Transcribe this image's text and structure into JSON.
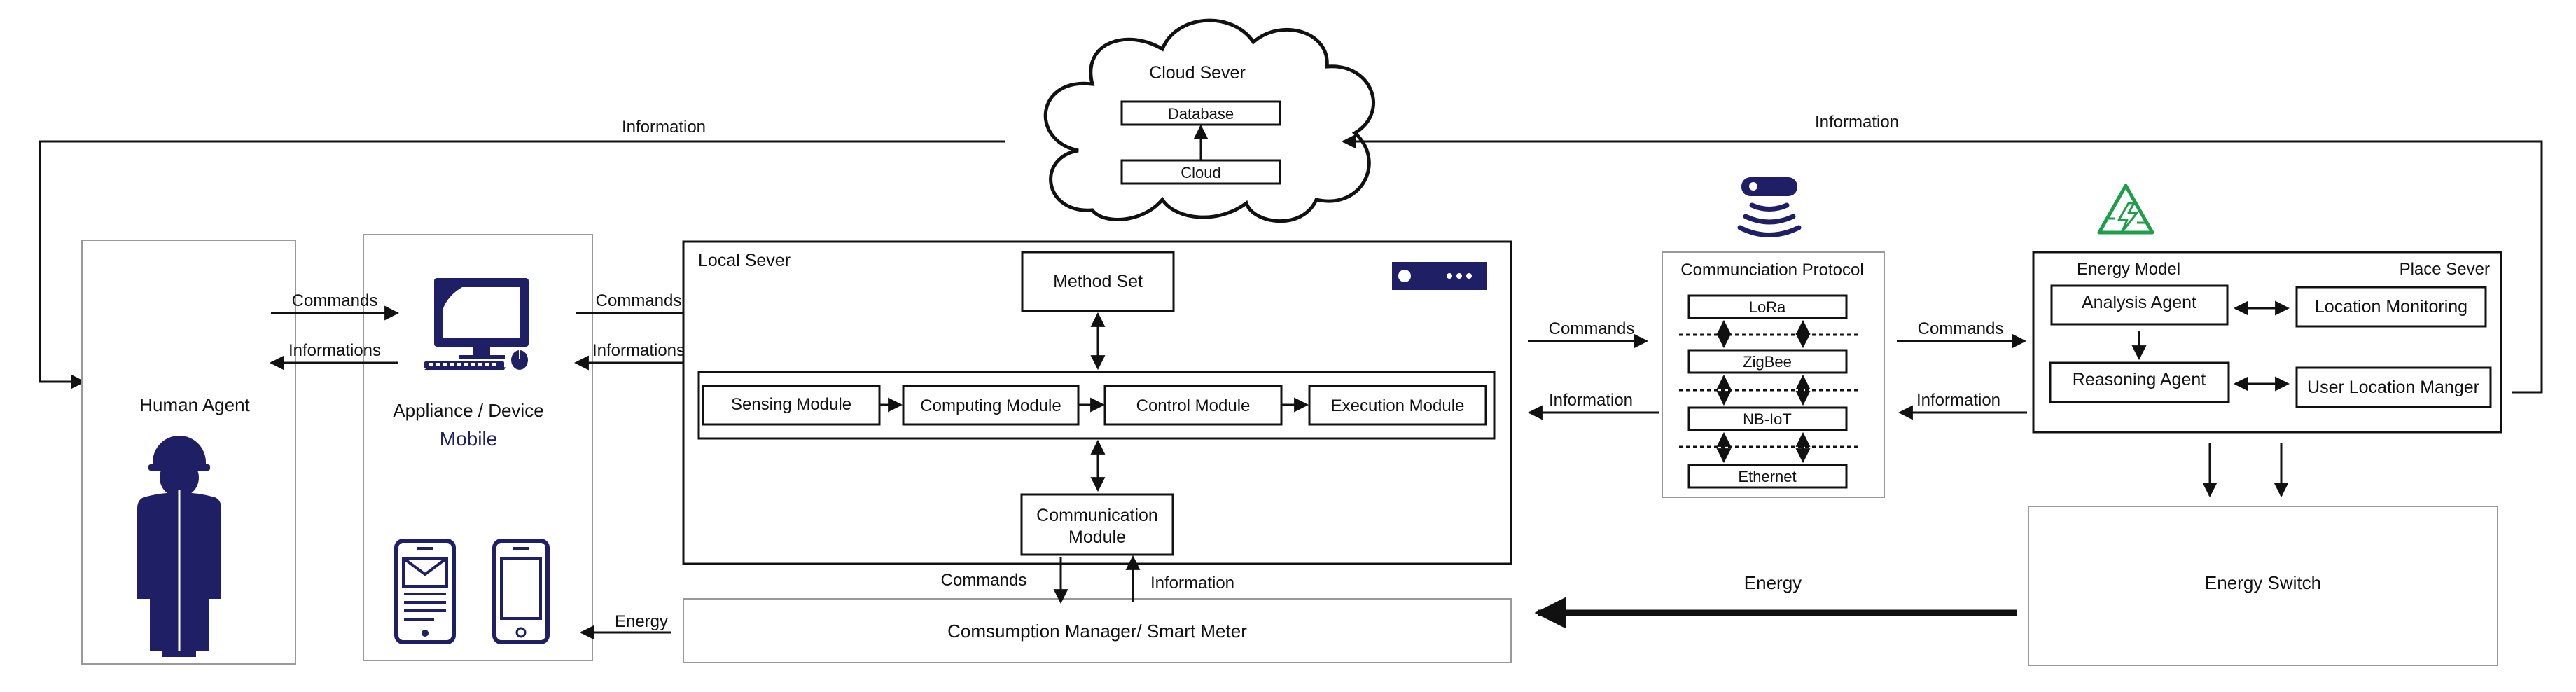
{
  "cloud": {
    "title": "Cloud Sever",
    "database": "Database",
    "cloud_box": "Cloud"
  },
  "flows": {
    "info_left": "Information",
    "info_right": "Information",
    "commands_1": "Commands",
    "informations_1": "Informations",
    "commands_2": "Commands",
    "informations_2": "Informations",
    "commands_3": "Commands",
    "information_3": "Information",
    "commands_4": "Commands",
    "information_4": "Information",
    "commands_5": "Commands",
    "information_5": "Information",
    "energy_small": "Energy",
    "energy_big": "Energy"
  },
  "human_agent": {
    "label": "Human Agent"
  },
  "appliance": {
    "label": "Appliance / Device",
    "sublabel": "Mobile"
  },
  "local_server": {
    "title": "Local Sever",
    "method_set": "Method Set",
    "modules": [
      "Sensing Module",
      "Computing Module",
      "Control Module",
      "Execution Module"
    ],
    "communication_line1": "Communication",
    "communication_line2": "Module"
  },
  "consumption": {
    "label": "Comsumption Manager/ Smart Meter"
  },
  "protocol": {
    "title": "Communciation Protocol",
    "items": [
      "LoRa",
      "ZigBee",
      "NB-IoT",
      "Ethernet"
    ]
  },
  "place_server": {
    "energy_model": "Energy Model",
    "title": "Place Sever",
    "analysis_agent": "Analysis Agent",
    "location_monitoring": "Location Monitoring",
    "reasoning_agent": "Reasoning Agent",
    "user_location": "User Location Manger"
  },
  "energy_switch": {
    "label": "Energy Switch"
  },
  "colors": {
    "navy": "#1f1f66",
    "green": "#1e9e4a",
    "line": "#111111"
  }
}
